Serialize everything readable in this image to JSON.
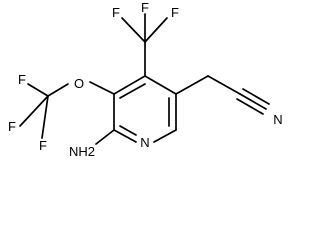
{
  "molecule": {
    "atoms": {
      "f_top_left": "F",
      "f_top_mid": "F",
      "f_top_right": "F",
      "o_ether": "O",
      "f_left_upper": "F",
      "f_left_mid": "F",
      "f_left_lower": "F",
      "nh2": "NH2",
      "n_ring": "N",
      "n_nitrile": "N"
    }
  }
}
